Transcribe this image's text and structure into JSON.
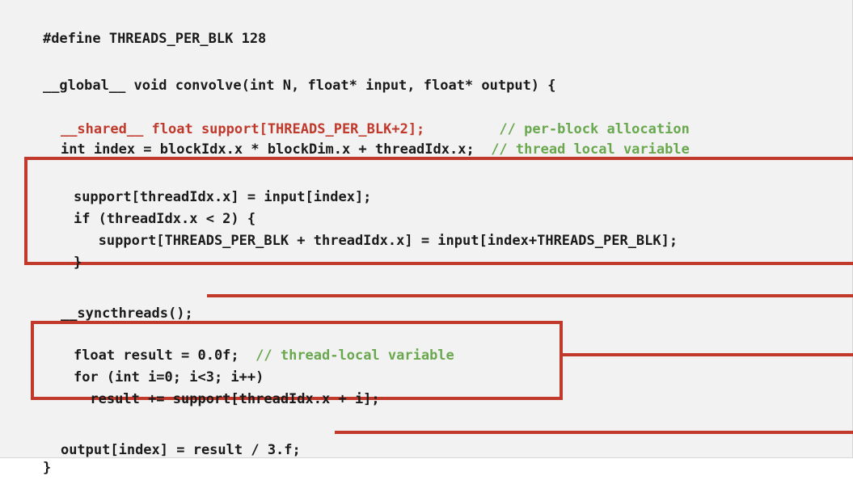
{
  "code": {
    "l1": "#define THREADS_PER_BLK 128",
    "l2": "__global__ void convolve(int N, float* input, float* output) {",
    "l3_kw": "__shared__ float support[THREADS_PER_BLK+2];",
    "l3_pad": "         ",
    "l3_comment": "// per-block allocation",
    "l4_code": "int index = blockIdx.x * blockDim.x + threadIdx.x;",
    "l4_pad": "  ",
    "l4_comment": "// thread local variable",
    "l5": "support[threadIdx.x] = input[index];",
    "l6": "if (threadIdx.x < 2) {",
    "l7": "   support[THREADS_PER_BLK + threadIdx.x] = input[index+THREADS_PER_BLK];",
    "l8": "}",
    "l9": "__syncthreads();",
    "l10_code": "float result = 0.0f;",
    "l10_pad": "  ",
    "l10_comment": "// thread-local variable",
    "l11": "for (int i=0; i<3; i++)",
    "l12": "  result += support[threadIdx.x + i];",
    "l13": "output[index] = result / 3.f;",
    "l14": "}"
  },
  "colors": {
    "highlight": "#c0392b",
    "comment": "#6aa84f",
    "background": "#f2f2f2"
  }
}
